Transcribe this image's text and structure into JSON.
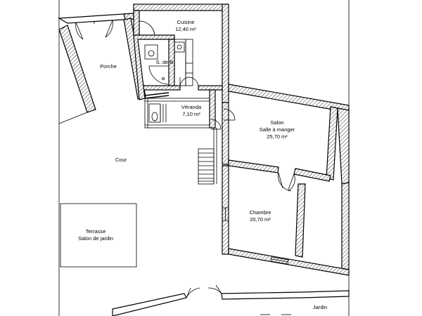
{
  "rooms": {
    "cuisine": {
      "name": "Cuisine",
      "area": "12,40 m²"
    },
    "porche": {
      "name": "Porche"
    },
    "sdb": {
      "name": "S. de B."
    },
    "veranda": {
      "name": "Véranda",
      "area": "7,10 m²"
    },
    "salon": {
      "name": "Salon",
      "subname": "Salle à manger",
      "area": "25,70 m²"
    },
    "cour": {
      "name": "Cour"
    },
    "chambre": {
      "name": "Chambre",
      "area": "20,70 m²"
    },
    "terrasse": {
      "name": "Terrasse",
      "subname": "Salon de jardin"
    },
    "jardin": {
      "name": "Jardin"
    }
  },
  "colors": {
    "line": "#000000",
    "background": "#ffffff"
  }
}
